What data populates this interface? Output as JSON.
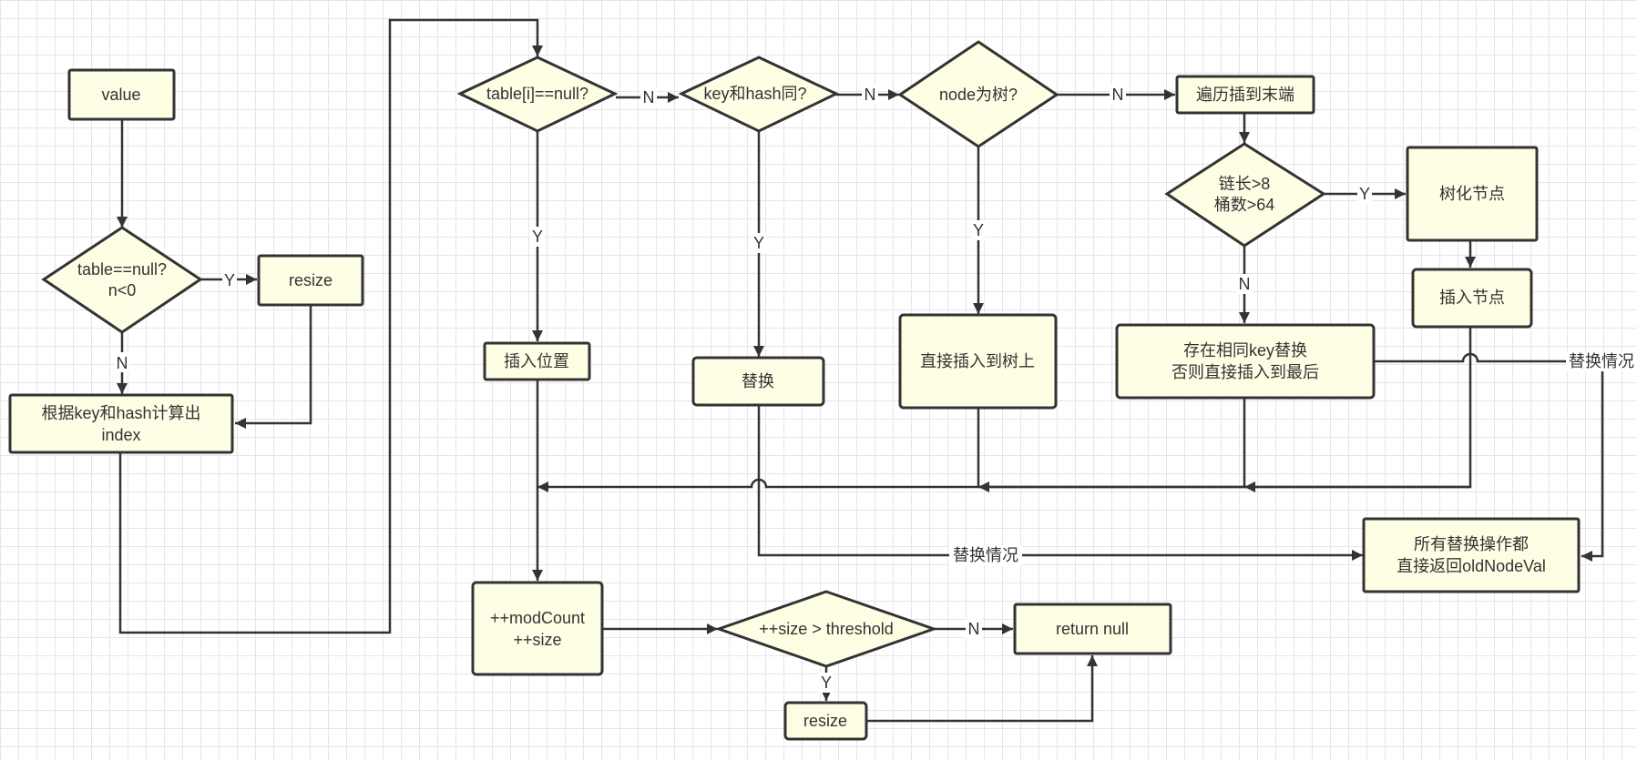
{
  "nodes": {
    "value": "value",
    "check_table": [
      "table==null?",
      "n<0"
    ],
    "resize_top": "resize",
    "compute_index": [
      "根据key和hash计算出",
      "index"
    ],
    "check_slot": "table[i]==null?",
    "check_key": "key和hash同?",
    "check_tree": "node为树?",
    "traverse_tail": "遍历插到末端",
    "check_length": [
      "链长>8",
      "桶数>64"
    ],
    "treeify": "树化节点",
    "insert_node": "插入节点",
    "replace_or_append": [
      "存在相同key替换",
      "否则直接插入到最后"
    ],
    "insert_pos": "插入位置",
    "replace": "替换",
    "insert_tree": "直接插入到树上",
    "all_replace": [
      "所有替换操作都",
      "直接返回oldNodeVal"
    ],
    "mod_count": [
      "++modCount",
      "++size"
    ],
    "check_threshold": "++size > threshold",
    "return_null": "return null",
    "resize_bottom": "resize"
  },
  "edge_labels": {
    "yes": "Y",
    "no": "N",
    "replace_case": "替换情况"
  },
  "colors": {
    "node_fill": "#fefee5",
    "stroke": "#333333",
    "grid": "#e6e6e6"
  }
}
